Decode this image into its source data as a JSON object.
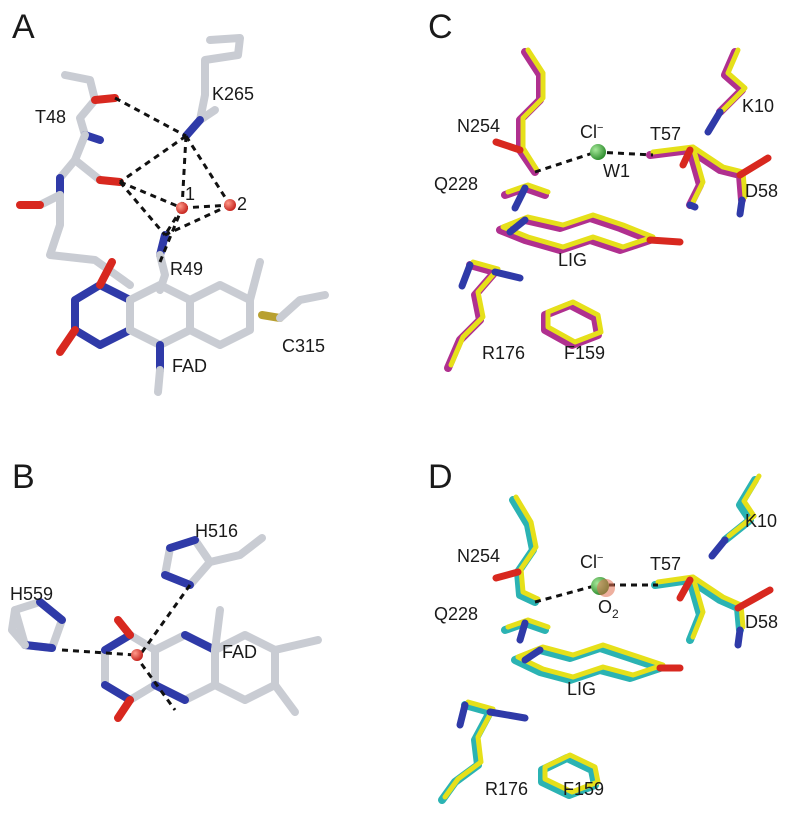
{
  "panels": {
    "a": {
      "letter": "A",
      "labels": {
        "t48": "T48",
        "k265": "K265",
        "w1": "1",
        "w2": "2",
        "r49": "R49",
        "fad": "FAD",
        "c315": "C315"
      }
    },
    "b": {
      "letter": "B",
      "labels": {
        "h516": "H516",
        "h559": "H559",
        "fad": "FAD"
      }
    },
    "c": {
      "letter": "C",
      "labels": {
        "n254": "N254",
        "cl": "Cl",
        "cl_charge": "−",
        "t57": "T57",
        "k10": "K10",
        "w1": "W1",
        "q228": "Q228",
        "d58": "D58",
        "lig": "LIG",
        "r176": "R176",
        "f159": "F159"
      }
    },
    "d": {
      "letter": "D",
      "labels": {
        "n254": "N254",
        "cl": "Cl",
        "cl_charge": "−",
        "t57": "T57",
        "k10": "K10",
        "o2": "O",
        "o2_sub": "2",
        "q228": "Q228",
        "d58": "D58",
        "lig": "LIG",
        "r176": "R176",
        "f159": "F159"
      }
    }
  },
  "colors": {
    "carbon_white": "#c9ccd3",
    "carbon_magenta": "#b0308f",
    "carbon_yellow": "#e6e01a",
    "carbon_cyan": "#2bb3b3",
    "nitrogen": "#2f3aa8",
    "oxygen": "#d8281f",
    "sulfur": "#b8a030",
    "chloride": "#3aa63a",
    "hbond": "#111111"
  }
}
